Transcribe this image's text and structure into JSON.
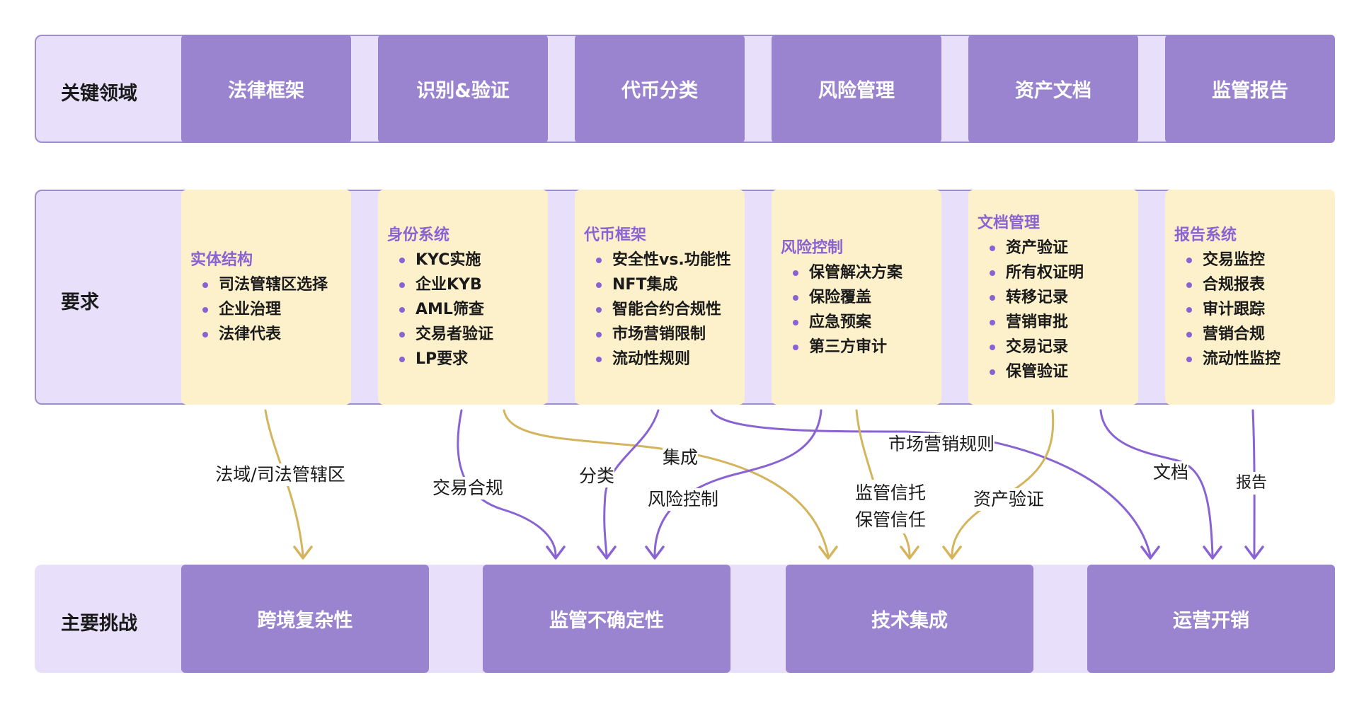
{
  "rows": {
    "domains": "关键领域",
    "requirements": "要求",
    "challenges": "主要挑战"
  },
  "domains": [
    "法律框架",
    "识别&验证",
    "代币分类",
    "风险管理",
    "资产文档",
    "监管报告"
  ],
  "requirements": [
    {
      "title": "实体结构",
      "items": [
        "司法管辖区选择",
        "企业治理",
        "法律代表"
      ]
    },
    {
      "title": "身份系统",
      "items": [
        "KYC实施",
        "企业KYB",
        "AML筛查",
        "交易者验证",
        "LP要求"
      ]
    },
    {
      "title": "代币框架",
      "items": [
        "安全性vs.功能性",
        "NFT集成",
        "智能合约合规性",
        "市场营销限制",
        "流动性规则"
      ]
    },
    {
      "title": "风险控制",
      "items": [
        "保管解决方案",
        "保险覆盖",
        "应急预案",
        "第三方审计"
      ]
    },
    {
      "title": "文档管理",
      "items": [
        "资产验证",
        "所有权证明",
        "转移记录",
        "营销审批",
        "交易记录",
        "保管验证"
      ]
    },
    {
      "title": "报告系统",
      "items": [
        "交易监控",
        "合规报表",
        "审计跟踪",
        "营销合规",
        "流动性监控"
      ]
    }
  ],
  "challenges": [
    "跨境复杂性",
    "监管不确定性",
    "技术集成",
    "运营开销"
  ],
  "flows": {
    "jurisdiction": "法域/司法管辖区",
    "trading_compliance": "交易合规",
    "classification": "分类",
    "integration": "集成",
    "risk_control": "风险控制",
    "marketing_rules": "市场营销规则",
    "custody_trust_1": "监管信托",
    "custody_trust_2": "保管信任",
    "asset_verification": "资产验证",
    "documentation": "文档",
    "reporting": "报告"
  },
  "colors": {
    "band_fill": "#e8e0fb",
    "band_border": "#9d8ed2",
    "tile": "#9a84cf",
    "card": "#fdf1cc",
    "card_title": "#8a63d2",
    "flow_gold": "#d4b45c",
    "flow_purple": "#8a63d2"
  }
}
